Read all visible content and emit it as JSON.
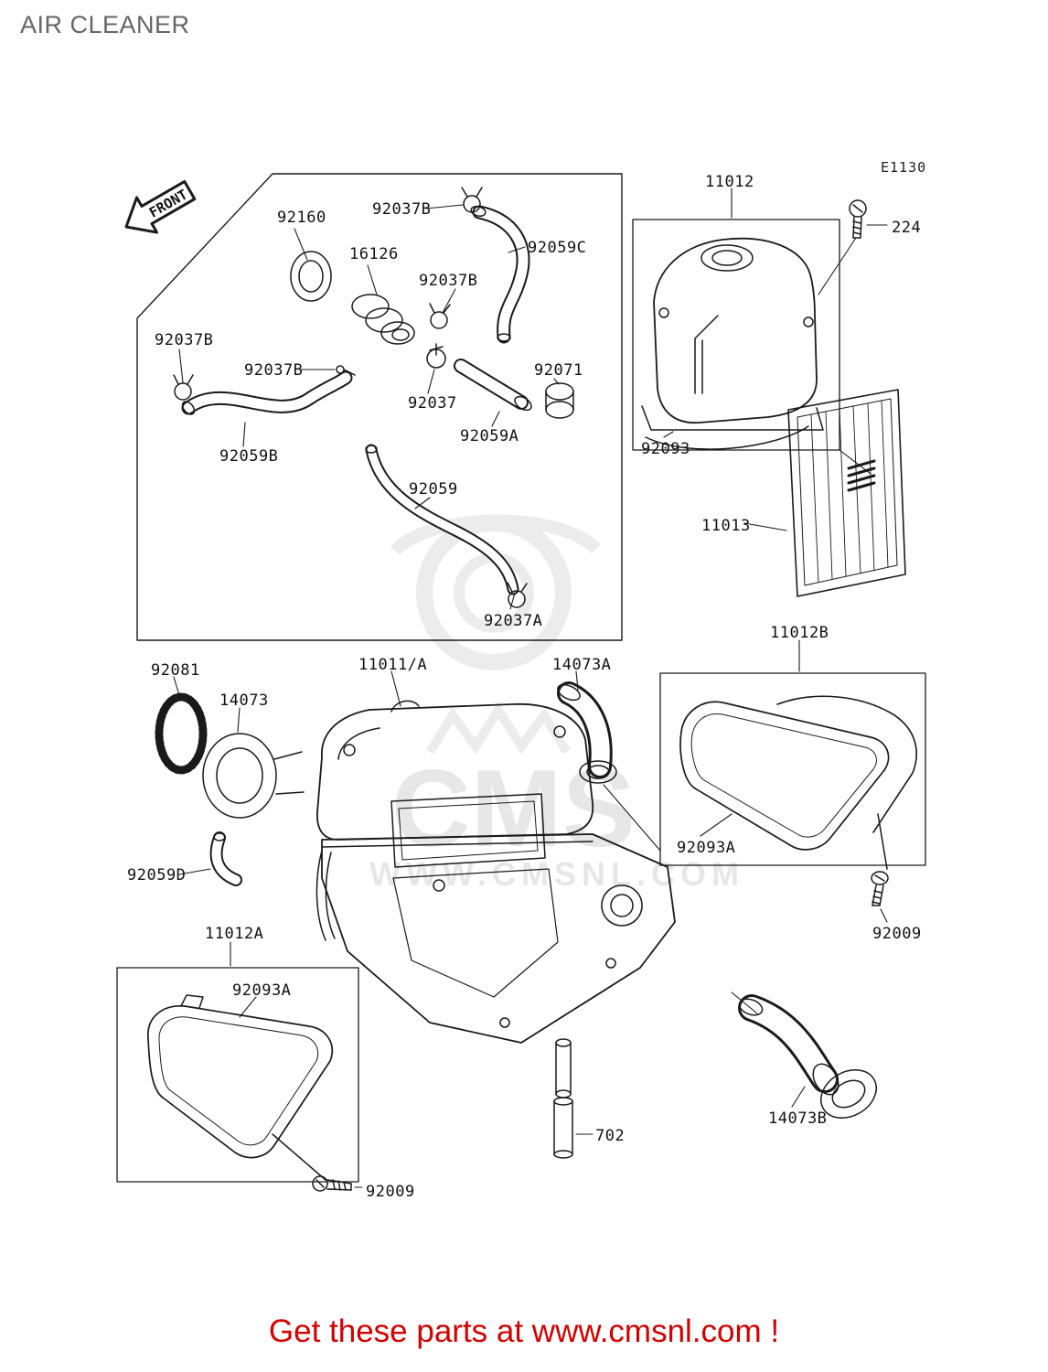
{
  "page": {
    "title": "AIR CLEANER",
    "diagram_code": "E1130",
    "front_label": "FRONT",
    "footer": "Get these parts at www.cmsnl.com !",
    "footer_color": "#d40000",
    "line_color": "#1a1a1a",
    "watermark": {
      "brand": "CMS",
      "url": "WWW.CMSNL.COM"
    }
  },
  "parts": [
    {
      "label": "92160"
    },
    {
      "label": "92037B"
    },
    {
      "label": "16126"
    },
    {
      "label": "92059C"
    },
    {
      "label": "92037B"
    },
    {
      "label": "92037B"
    },
    {
      "label": "92037B"
    },
    {
      "label": "92071"
    },
    {
      "label": "92037"
    },
    {
      "label": "92059A"
    },
    {
      "label": "92059B"
    },
    {
      "label": "92059"
    },
    {
      "label": "92037A"
    },
    {
      "label": "11012"
    },
    {
      "label": "224"
    },
    {
      "label": "92093"
    },
    {
      "label": "11013"
    },
    {
      "label": "11012B"
    },
    {
      "label": "92081"
    },
    {
      "label": "14073"
    },
    {
      "label": "11011/A"
    },
    {
      "label": "14073A"
    },
    {
      "label": "92093A"
    },
    {
      "label": "92059D"
    },
    {
      "label": "11012A"
    },
    {
      "label": "92093A"
    },
    {
      "label": "92009"
    },
    {
      "label": "702"
    },
    {
      "label": "14073B"
    },
    {
      "label": "92009"
    }
  ]
}
